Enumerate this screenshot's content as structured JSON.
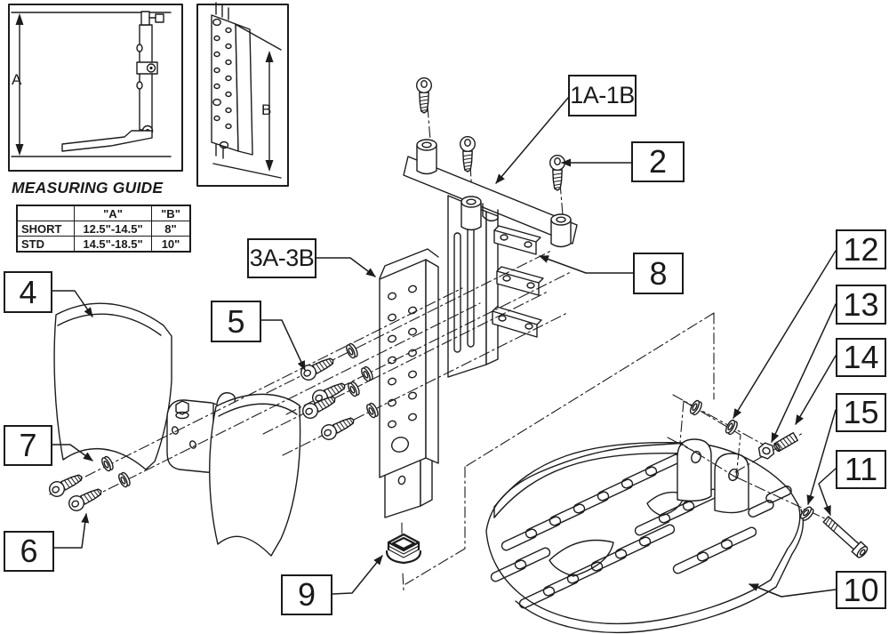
{
  "measuring_guide": {
    "title": "MEASURING GUIDE",
    "dim_a": "A",
    "dim_b": "B",
    "table": {
      "col_a": "\"A\"",
      "col_b": "\"B\"",
      "rows": [
        {
          "name": "SHORT",
          "a": "12.5\"-14.5\"",
          "b": "8\""
        },
        {
          "name": "STD",
          "a": "14.5\"-18.5\"",
          "b": "10\""
        }
      ]
    }
  },
  "callouts": {
    "hanger_assembly": "1A-1B",
    "mount_screw": "2",
    "extension_plate": "3A-3B",
    "calf_pad": "4",
    "extension_screws": "5",
    "pad_screws": "6",
    "pad_washers": "7",
    "clamp_bars": "8",
    "end_cap": "9",
    "footplate": "10",
    "pivot_bolt": "11",
    "pivot_washers": "12",
    "pivot_nut": "13",
    "pivot_stud": "14",
    "bolt_washer": "15"
  },
  "colors": {
    "line": "#1c1c1c",
    "background": "#ffffff"
  }
}
